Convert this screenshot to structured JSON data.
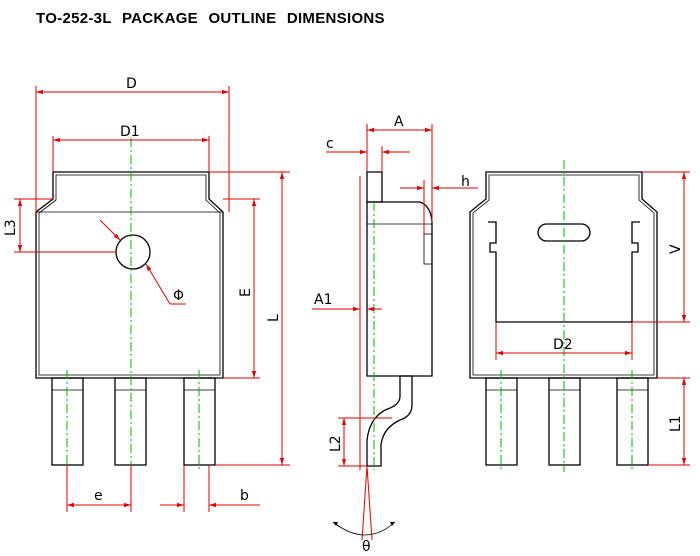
{
  "title": "TO-252-3L   PACKAGE  OUTLINE  DIMENSIONS",
  "labels": {
    "D": "D",
    "D1": "D1",
    "L3": "L3",
    "phi": "Φ",
    "E": "E",
    "L": "L",
    "e": "e",
    "b": "b",
    "A": "A",
    "c": "c",
    "h": "h",
    "A1": "A1",
    "L2": "L2",
    "theta": "θ",
    "V": "V",
    "D2": "D2",
    "L1": "L1"
  },
  "colors": {
    "outline": "#000000",
    "dimension": "#e00000",
    "centerline": "#00b000"
  }
}
